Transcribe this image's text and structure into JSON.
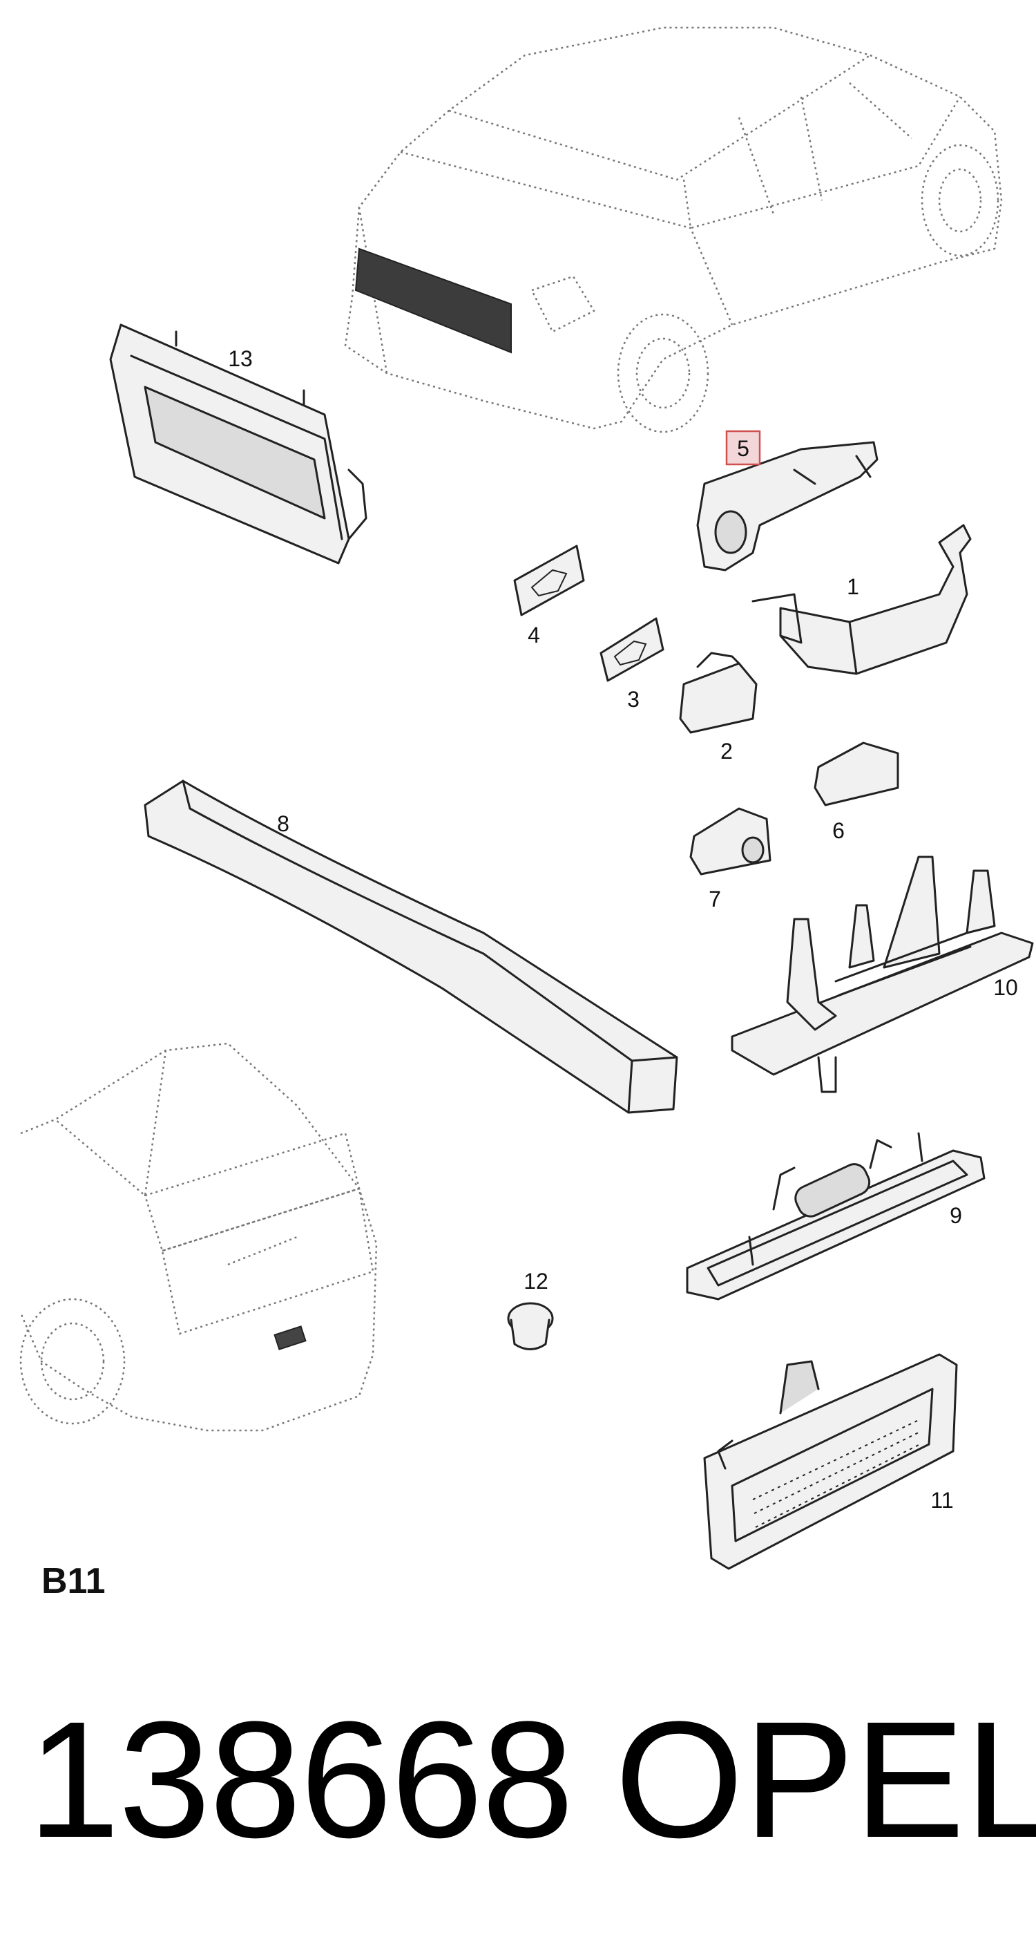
{
  "diagram": {
    "section_code": "B11",
    "part_number": "138668",
    "brand": "OPEL",
    "highlighted_callout": "5",
    "highlight_color": "#d05050",
    "callouts": {
      "c1": "1",
      "c2": "2",
      "c3": "3",
      "c4": "4",
      "c5": "5",
      "c6": "6",
      "c7": "7",
      "c8": "8",
      "c9": "9",
      "c10": "10",
      "c11": "11",
      "c12": "12",
      "c13": "13"
    }
  }
}
